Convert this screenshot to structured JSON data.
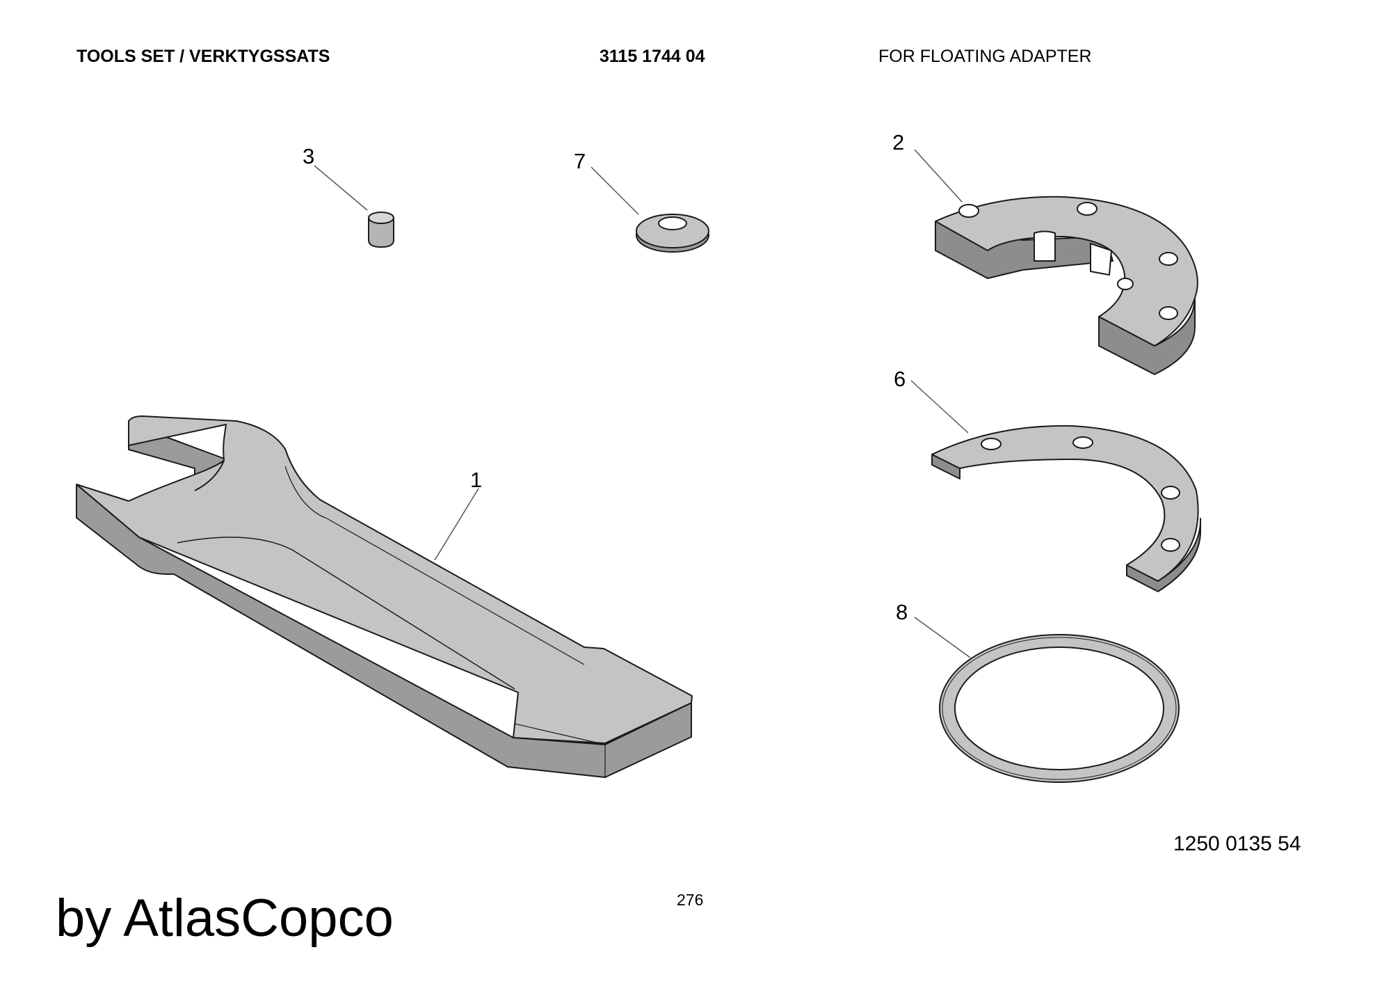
{
  "header": {
    "title": "TOOLS SET / VERKTYGSSATS",
    "part_number": "3115 1744 04",
    "subtitle": "FOR FLOATING ADAPTER"
  },
  "callouts": {
    "wrench": "1",
    "adapter_half": "2",
    "pin": "3",
    "shim_ring": "6",
    "washer": "7",
    "ring": "8"
  },
  "drawing_number": "1250 0135 54",
  "page_number": "276",
  "brand": "by AtlasCopco",
  "colors": {
    "part_fill": "#c4c4c4",
    "part_dark": "#8a8a8a",
    "outline": "#1a1a1a"
  }
}
